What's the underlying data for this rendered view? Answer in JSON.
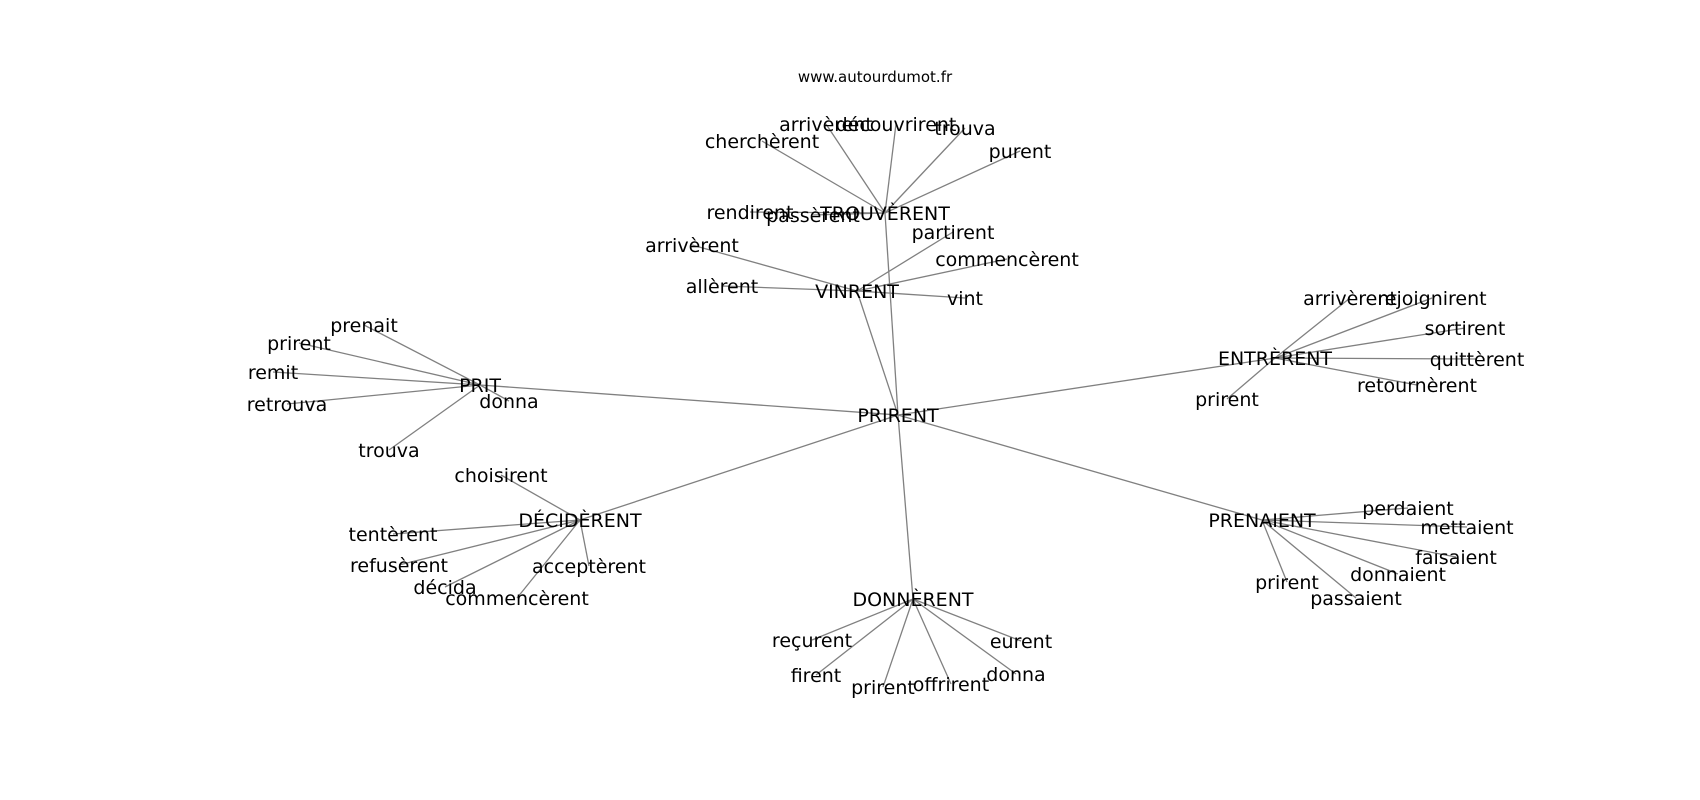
{
  "credit": "www.autourdumot.fr",
  "root": "PRIRENT",
  "clusters": [
    {
      "id": "trouverent",
      "hub": "TROUVÈRENT",
      "leaves": [
        "cherchèrent",
        "arrivèrent",
        "découvrirent",
        "trouva",
        "purent",
        "rendirent",
        "passèrent"
      ]
    },
    {
      "id": "vinrent",
      "hub": "VINRENT",
      "leaves": [
        "partirent",
        "commencèrent",
        "arrivèrent",
        "allèrent",
        "vint"
      ]
    },
    {
      "id": "entrerent",
      "hub": "ENTRÈRENT",
      "leaves": [
        "arrivèrent",
        "rejoignirent",
        "sortirent",
        "quittèrent",
        "retournèrent",
        "prirent"
      ]
    },
    {
      "id": "prit",
      "hub": "PRIT",
      "leaves": [
        "prenait",
        "prirent",
        "remit",
        "retrouva",
        "donna",
        "trouva"
      ]
    },
    {
      "id": "deciderent",
      "hub": "DÉCIDÈRENT",
      "leaves": [
        "choisirent",
        "tentèrent",
        "refusèrent",
        "décida",
        "commencèrent",
        "acceptèrent"
      ]
    },
    {
      "id": "prenaient",
      "hub": "PRENAIENT",
      "leaves": [
        "perdaient",
        "mettaient",
        "faisaient",
        "donnaient",
        "prirent",
        "passaient"
      ]
    },
    {
      "id": "donnerent",
      "hub": "DONNÈRENT",
      "leaves": [
        "reçurent",
        "firent",
        "prirent",
        "offrirent",
        "donna",
        "eurent"
      ]
    }
  ]
}
